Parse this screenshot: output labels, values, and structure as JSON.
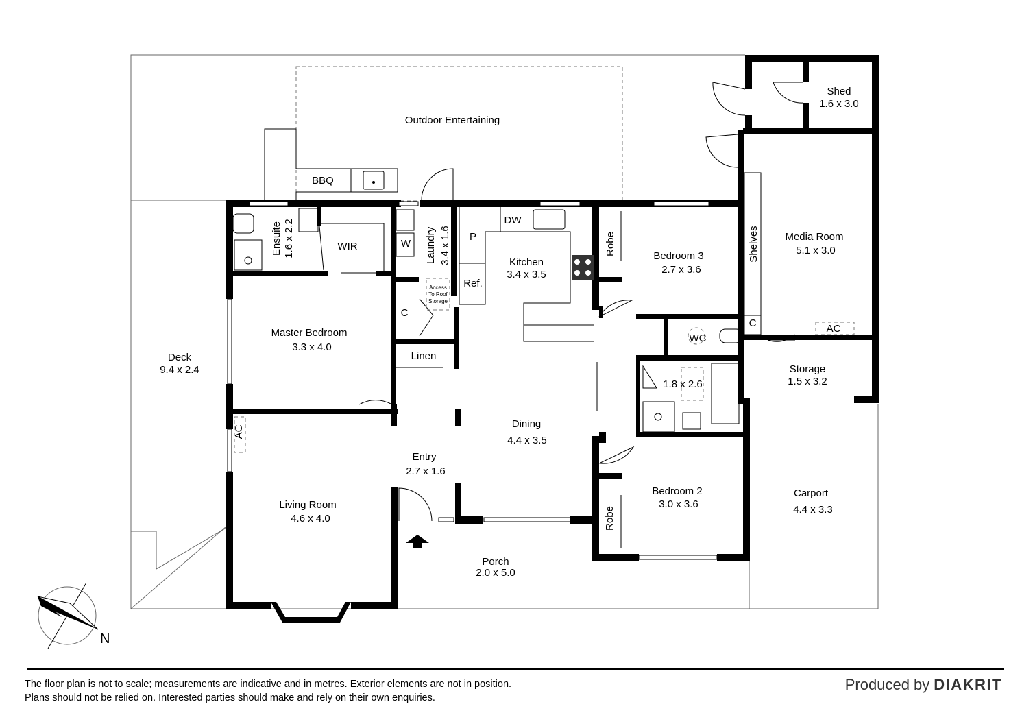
{
  "plan": {
    "rooms": {
      "outdoor_entertaining": {
        "name": "Outdoor Entertaining"
      },
      "bbq": {
        "name": "BBQ"
      },
      "shed": {
        "name": "Shed",
        "size": "1.6 x 3.0"
      },
      "ensuite": {
        "name": "Ensuite",
        "size": "1.6 x 2.2"
      },
      "wir": {
        "name": "WIR"
      },
      "w": {
        "name": "W"
      },
      "laundry": {
        "name": "Laundry",
        "size": "3.4 x 1.6"
      },
      "dw": {
        "name": "DW"
      },
      "pantry": {
        "name": "P"
      },
      "kitchen": {
        "name": "Kitchen",
        "size": "3.4 x 3.5"
      },
      "fridge": {
        "name": "Ref."
      },
      "roof_access": {
        "line1": "Access",
        "line2": "To Roof",
        "line3": "Storage"
      },
      "robe_3": {
        "name": "Robe"
      },
      "bedroom_3": {
        "name": "Bedroom 3",
        "size": "2.7 x 3.6"
      },
      "shelves": {
        "name": "Shelves"
      },
      "media_room": {
        "name": "Media Room",
        "size": "5.1 x 3.0"
      },
      "cupboard_1": {
        "name": "C"
      },
      "cupboard_2": {
        "name": "C"
      },
      "ac_media": {
        "name": "AC"
      },
      "wc": {
        "name": "WC"
      },
      "master_bedroom": {
        "name": "Master Bedroom",
        "size": "3.3 x 4.0"
      },
      "deck": {
        "name": "Deck",
        "size": "9.4 x 2.4"
      },
      "linen": {
        "name": "Linen"
      },
      "storage": {
        "name": "Storage",
        "size": "1.5 x 3.2"
      },
      "bathroom": {
        "size": "1.8 x 2.6"
      },
      "dining": {
        "name": "Dining",
        "size": "4.4 x 3.5"
      },
      "ac_living": {
        "name": "AC"
      },
      "entry": {
        "name": "Entry",
        "size": "2.7 x 1.6"
      },
      "living_room": {
        "name": "Living Room",
        "size": "4.6 x 4.0"
      },
      "bedroom_2": {
        "name": "Bedroom 2",
        "size": "3.0 x 3.6"
      },
      "robe_2": {
        "name": "Robe"
      },
      "carport": {
        "name": "Carport",
        "size": "4.4 x 3.3"
      },
      "porch": {
        "name": "Porch",
        "size": "2.0 x 5.0"
      }
    },
    "compass": {
      "label": "N"
    }
  },
  "footer": {
    "disclaimer_line1": "The floor plan is not to scale; measurements are indicative and in metres. Exterior elements are not in position.",
    "disclaimer_line2": "Plans should not be relied on. Interested parties should make and rely on their own enquiries.",
    "produced_by": "Produced by",
    "brand": "DIAKRIT"
  }
}
